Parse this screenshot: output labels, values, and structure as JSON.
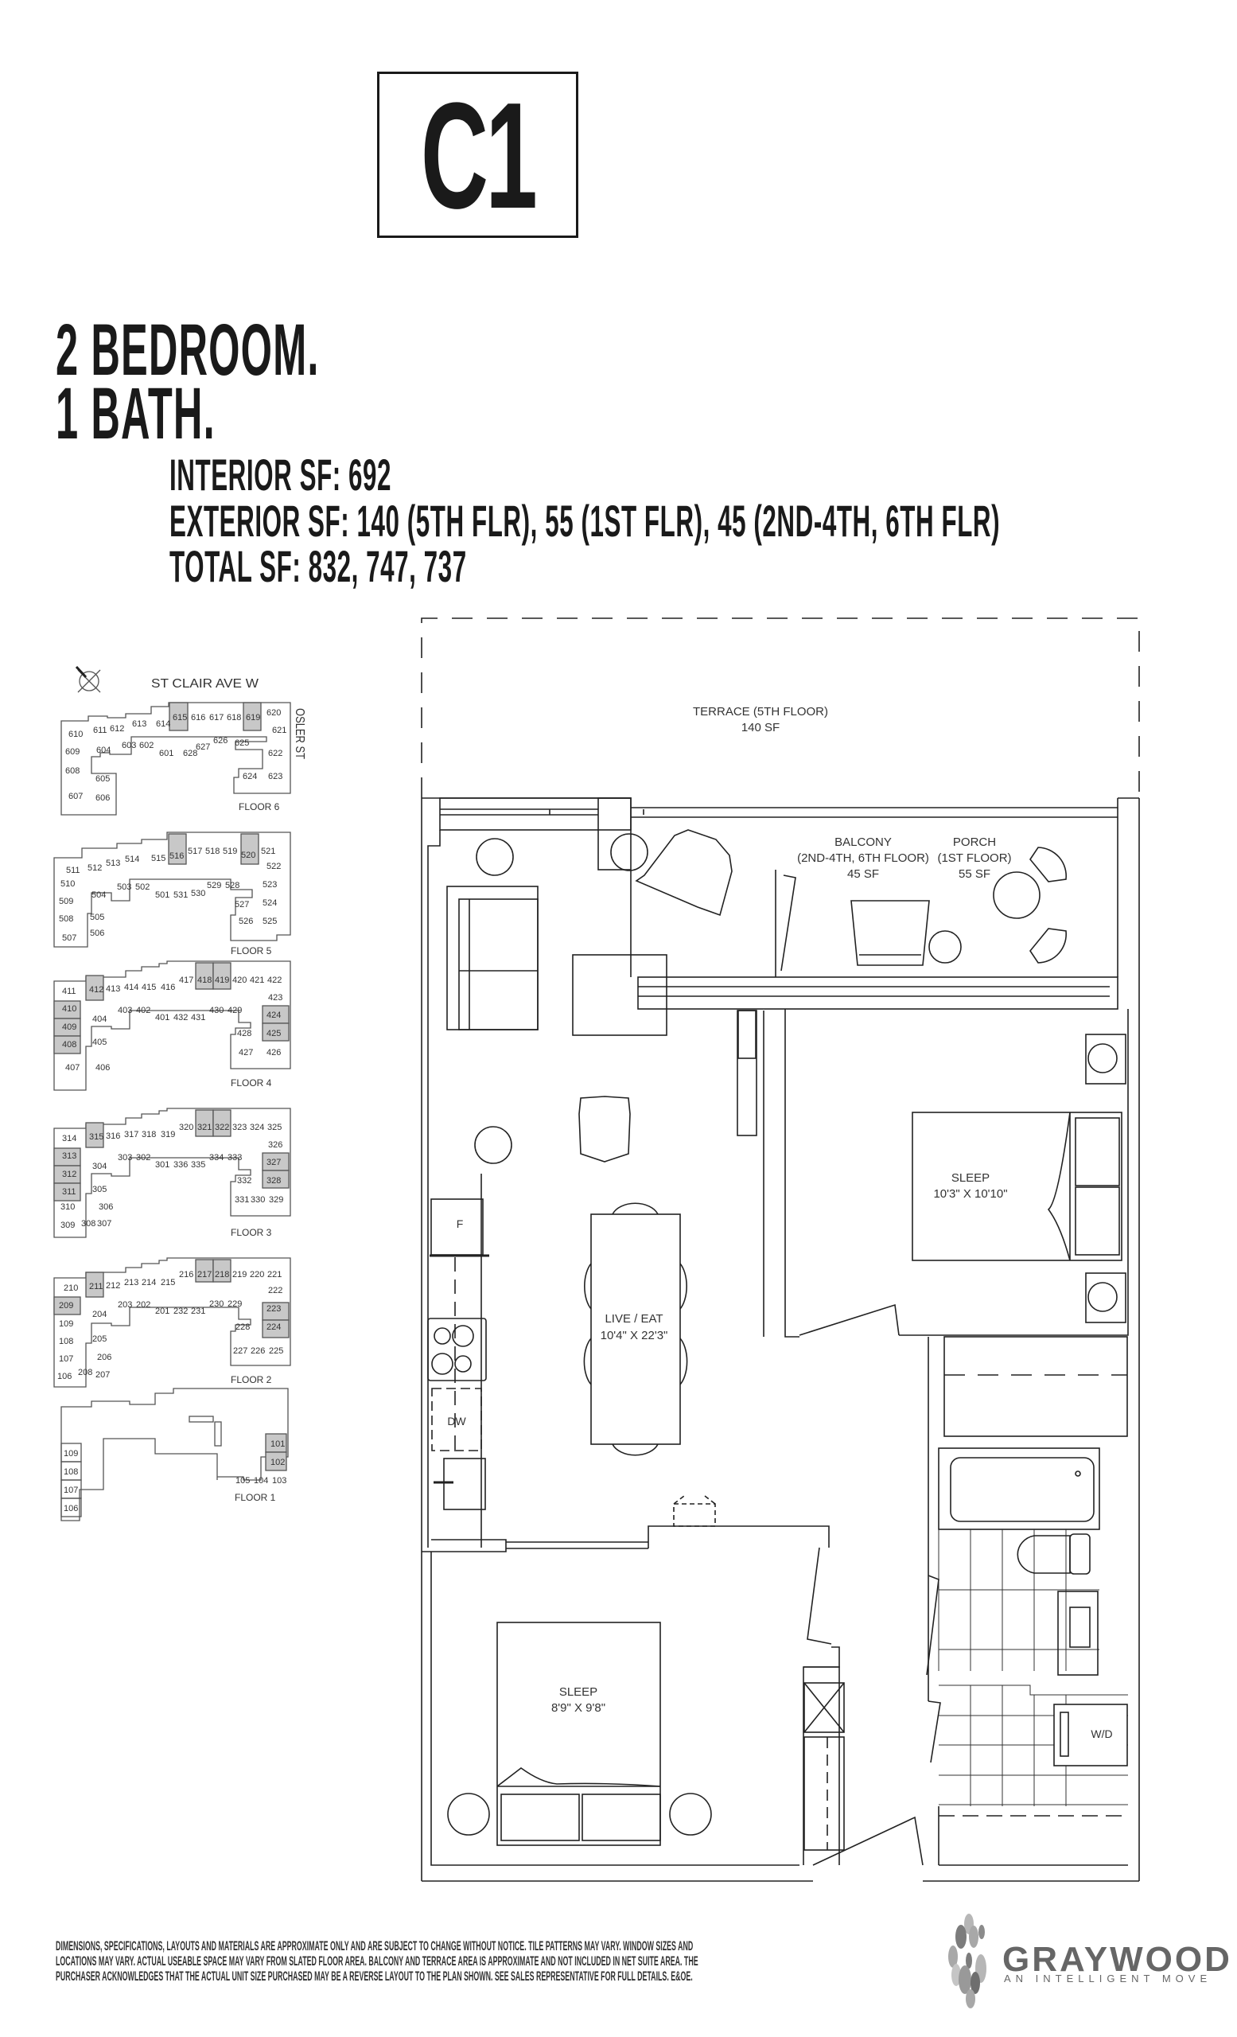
{
  "suite": {
    "code": "C1"
  },
  "header": {
    "bedrooms": "2 BEDROOM.",
    "baths": "1 BATH.",
    "interior_sf": "INTERIOR SF: 692",
    "exterior_sf": "EXTERIOR SF: 140 (5TH FLR), 55 (1ST FLR), 45 (2ND-4TH, 6TH FLR)",
    "total_sf": "TOTAL SF: 832, 747, 737"
  },
  "key_plan": {
    "street_top": "ST CLAIR AVE W",
    "street_side": "OSLER ST",
    "compass_icon": "north-arrow-icon",
    "highlight_color": "#c8c8c8",
    "floors": [
      {
        "label": "FLOOR 6",
        "highlighted": [
          "615",
          "619"
        ],
        "units": [
          "601",
          "602",
          "603",
          "604",
          "605",
          "606",
          "607",
          "608",
          "609",
          "610",
          "611",
          "612",
          "613",
          "614",
          "615",
          "616",
          "617",
          "618",
          "619",
          "620",
          "621",
          "622",
          "623",
          "624",
          "625",
          "626",
          "627",
          "628"
        ]
      },
      {
        "label": "FLOOR 5",
        "highlighted": [
          "516",
          "520"
        ],
        "units": [
          "501",
          "502",
          "503",
          "504",
          "505",
          "506",
          "507",
          "508",
          "509",
          "510",
          "511",
          "512",
          "513",
          "514",
          "515",
          "516",
          "517",
          "518",
          "519",
          "520",
          "521",
          "522",
          "523",
          "524",
          "525",
          "526",
          "527",
          "528",
          "529",
          "530",
          "531"
        ]
      },
      {
        "label": "FLOOR 4",
        "highlighted": [
          "408",
          "409",
          "410",
          "412",
          "418",
          "419",
          "424",
          "425"
        ],
        "units": [
          "401",
          "402",
          "403",
          "404",
          "405",
          "406",
          "407",
          "408",
          "409",
          "410",
          "411",
          "412",
          "413",
          "414",
          "415",
          "416",
          "417",
          "418",
          "419",
          "420",
          "421",
          "422",
          "423",
          "424",
          "425",
          "426",
          "427",
          "428",
          "429",
          "430",
          "431",
          "432"
        ]
      },
      {
        "label": "FLOOR 3",
        "highlighted": [
          "311",
          "312",
          "313",
          "315",
          "321",
          "322",
          "327",
          "328"
        ],
        "units": [
          "301",
          "302",
          "303",
          "304",
          "305",
          "306",
          "307",
          "308",
          "309",
          "310",
          "311",
          "312",
          "313",
          "314",
          "315",
          "316",
          "317",
          "318",
          "319",
          "320",
          "321",
          "322",
          "323",
          "324",
          "325",
          "326",
          "327",
          "328",
          "329",
          "330",
          "331",
          "332",
          "333",
          "334",
          "335",
          "336"
        ]
      },
      {
        "label": "FLOOR 2",
        "highlighted": [
          "209",
          "211",
          "217",
          "218",
          "223",
          "224"
        ],
        "units": [
          "106",
          "107",
          "108",
          "109",
          "201",
          "202",
          "203",
          "204",
          "205",
          "206",
          "207",
          "208",
          "209",
          "210",
          "211",
          "212",
          "213",
          "214",
          "215",
          "216",
          "217",
          "218",
          "219",
          "220",
          "221",
          "222",
          "223",
          "224",
          "225",
          "226",
          "227",
          "228",
          "229",
          "230",
          "231",
          "232"
        ]
      },
      {
        "label": "FLOOR 1",
        "highlighted": [
          "101",
          "102"
        ],
        "units": [
          "101",
          "102",
          "103",
          "104",
          "105",
          "106",
          "107",
          "108",
          "109"
        ]
      }
    ]
  },
  "floor_plan": {
    "terrace": {
      "label": "TERRACE (5TH FLOOR)",
      "area": "140 SF"
    },
    "balcony": {
      "label": "BALCONY",
      "floors": "(2ND-4TH, 6TH FLOOR)",
      "area": "45 SF"
    },
    "porch": {
      "label": "PORCH",
      "floors": "(1ST FLOOR)",
      "area": "55 SF"
    },
    "live_eat": {
      "label": "LIVE / EAT",
      "dims": "10'4\" X 22'3\""
    },
    "sleep_1": {
      "label": "SLEEP",
      "dims": "10'3\" X 10'10\""
    },
    "sleep_2": {
      "label": "SLEEP",
      "dims": "8'9\" X 9'8\""
    },
    "fridge": "F",
    "dishwasher": "DW",
    "washer_dryer": "W/D"
  },
  "footer": {
    "disclaimer_lines": [
      "DIMENSIONS, SPECIFICATIONS, LAYOUTS AND MATERIALS ARE APPROXIMATE ONLY AND ARE SUBJECT TO CHANGE WITHOUT NOTICE. TILE PATTERNS MAY VARY. WINDOW SIZES AND",
      "LOCATIONS MAY VARY. ACTUAL USEABLE SPACE MAY VARY FROM SLATED FLOOR AREA. BALCONY AND TERRACE AREA IS APPROXIMATE AND NOT INCLUDED IN NET SUITE AREA. THE",
      "PURCHASER ACKNOWLEDGES THAT THE ACTUAL UNIT SIZE PURCHASED MAY BE A REVERSE LAYOUT TO THE PLAN SHOWN. SEE SALES REPRESENTATIVE FOR FULL DETAILS. E&OE."
    ],
    "logo_name": "GRAYWOOD",
    "logo_tagline": "AN INTELLIGENT MOVE",
    "logo_color": "#666666"
  }
}
